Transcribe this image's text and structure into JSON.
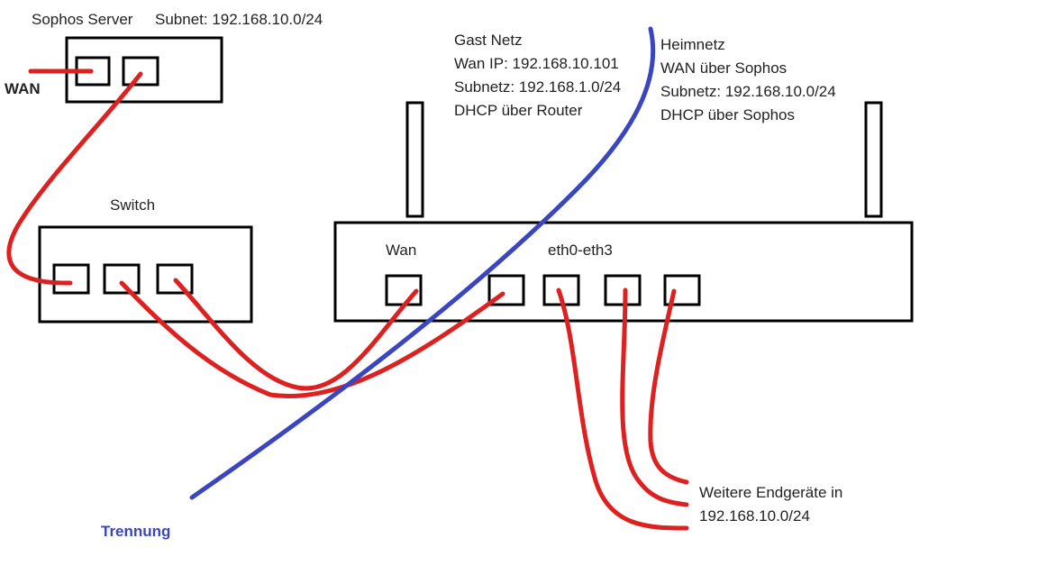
{
  "colors": {
    "cable": "#dd2020",
    "separator": "#3a46c0",
    "outline": "#000000",
    "text": "#222222"
  },
  "sophos": {
    "title": "Sophos Server",
    "subnet": "Subnet: 192.168.10.0/24",
    "wan_label": "WAN"
  },
  "switch": {
    "title": "Switch"
  },
  "router": {
    "wan_port_label": "Wan",
    "lan_ports_label": "eth0-eth3"
  },
  "guest_net": {
    "lines": [
      "Gast Netz",
      "Wan IP: 192.168.10.101",
      "Subnetz: 192.168.1.0/24",
      "DHCP über Router"
    ]
  },
  "home_net": {
    "lines": [
      "Heimnetz",
      "WAN über Sophos",
      "Subnetz: 192.168.10.0/24",
      "DHCP über Sophos"
    ]
  },
  "separator": {
    "label": "Trennung"
  },
  "endpoints": {
    "lines": [
      "Weitere Endgeräte in",
      "192.168.10.0/24"
    ]
  }
}
